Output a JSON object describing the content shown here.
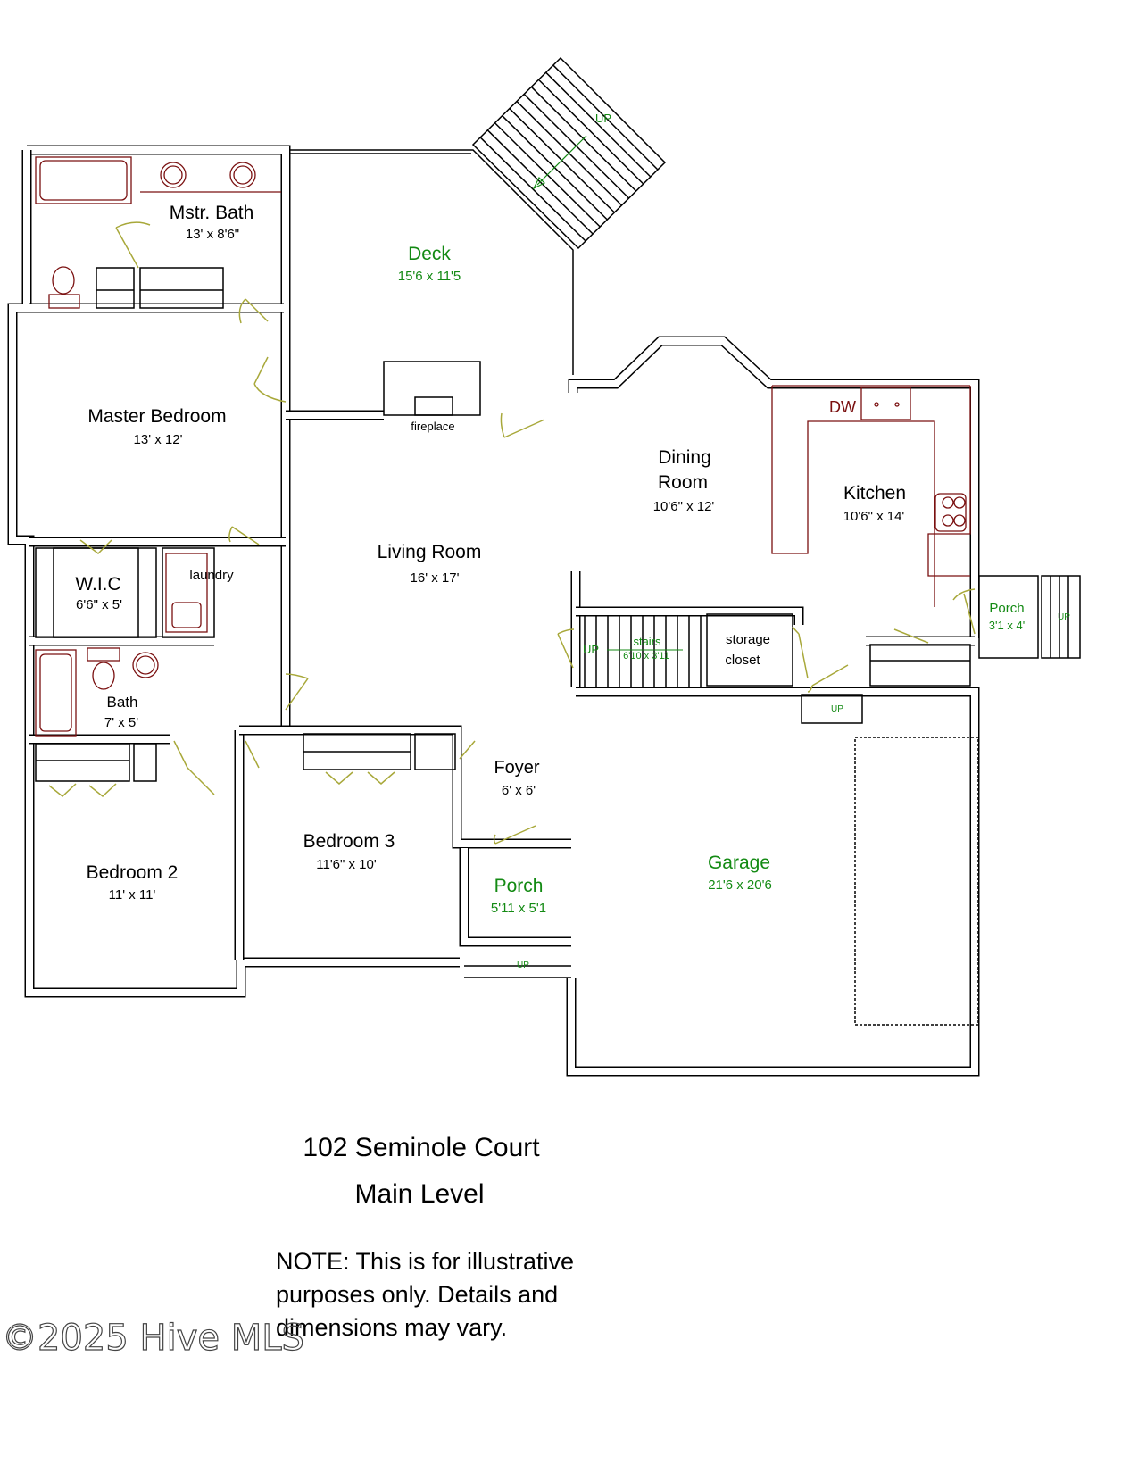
{
  "rooms": [
    {
      "name": "Mstr. Bath",
      "dims": "13' x 8'6\""
    },
    {
      "name": "Deck",
      "dims": "15'6 x 11'5"
    },
    {
      "name": "Master Bedroom",
      "dims": "13' x 12'"
    },
    {
      "name": "Dining",
      "name2": "Room",
      "dims": "10'6\" x 12'"
    },
    {
      "name": "Kitchen",
      "dims": "10'6\" x 14'"
    },
    {
      "name": "Living Room",
      "dims": "16' x 17'"
    },
    {
      "name": "W.I.C",
      "dims": "6'6\" x 5'"
    },
    {
      "name": "laundry"
    },
    {
      "name": "Porch",
      "dims": "3'1 x 4'"
    },
    {
      "name": "stairs",
      "dims": "6'10 x 3'11"
    },
    {
      "name": "storage",
      "name2": "closet"
    },
    {
      "name": "Bath",
      "dims": "7' x 5'"
    },
    {
      "name": "Foyer",
      "dims": "6' x 6'"
    },
    {
      "name": "Bedroom 3",
      "dims": "11'6\" x 10'"
    },
    {
      "name": "Bedroom 2",
      "dims": "11' x 11'"
    },
    {
      "name": "Porch",
      "dims": "5'11 x 5'1"
    },
    {
      "name": "Garage",
      "dims": "21'6 x 20'6"
    }
  ],
  "labels": {
    "fireplace": "fireplace",
    "dishwasher": "DW",
    "up": "UP"
  },
  "title": "102 Seminole Court",
  "subtitle": "Main Level",
  "note": [
    "NOTE: This is for illustrative",
    "purposes only. Details and",
    "dimensions may vary."
  ],
  "watermark": "©2025 Hive MLS",
  "colors": {
    "walls": "#000000",
    "exterior_labels": "#138a13",
    "doors": "#a8a83a",
    "fixtures": "#7a1010"
  }
}
